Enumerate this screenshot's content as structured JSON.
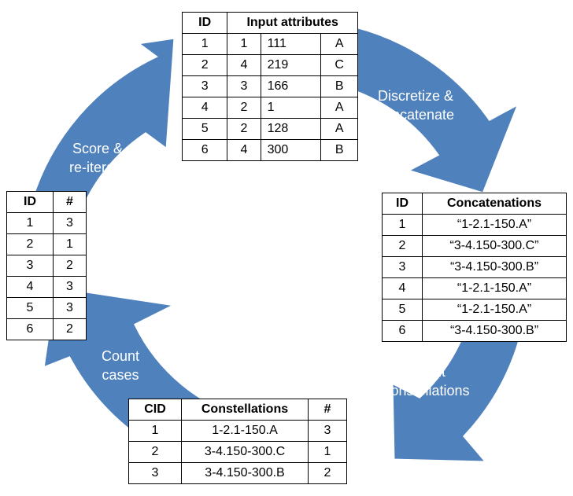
{
  "steps": {
    "discretize": [
      "Discretize &",
      "concatenate"
    ],
    "count_constellations": [
      "Count",
      "constellations"
    ],
    "count_cases": [
      "Count",
      "cases"
    ],
    "score": [
      "Score &",
      "re-iterate"
    ]
  },
  "colors": {
    "arrow_fill": "#4f81bd",
    "arrow_stroke": "#ffffff",
    "label_text": "#ffffff",
    "table_border": "#000000"
  },
  "input_table": {
    "headers": [
      "ID",
      "Input attributes"
    ],
    "rows": [
      [
        "1",
        "1",
        "111",
        "A"
      ],
      [
        "2",
        "4",
        "219",
        "C"
      ],
      [
        "3",
        "3",
        "166",
        "B"
      ],
      [
        "4",
        "2",
        "1",
        "A"
      ],
      [
        "5",
        "2",
        "128",
        "A"
      ],
      [
        "6",
        "4",
        "300",
        "B"
      ]
    ]
  },
  "concat_table": {
    "headers": [
      "ID",
      "Concatenations"
    ],
    "rows": [
      [
        "1",
        "“1-2.1-150.A”"
      ],
      [
        "2",
        "“3-4.150-300.C”"
      ],
      [
        "3",
        "“3-4.150-300.B”"
      ],
      [
        "4",
        "“1-2.1-150.A”"
      ],
      [
        "5",
        "“1-2.1-150.A”"
      ],
      [
        "6",
        "“3-4.150-300.B”"
      ]
    ]
  },
  "constellation_table": {
    "headers": [
      "CID",
      "Constellations",
      "#"
    ],
    "rows": [
      [
        "1",
        "1-2.1-150.A",
        "3"
      ],
      [
        "2",
        "3-4.150-300.C",
        "1"
      ],
      [
        "3",
        "3-4.150-300.B",
        "2"
      ]
    ]
  },
  "count_table": {
    "headers": [
      "ID",
      "#"
    ],
    "rows": [
      [
        "1",
        "3"
      ],
      [
        "2",
        "1"
      ],
      [
        "3",
        "2"
      ],
      [
        "4",
        "3"
      ],
      [
        "5",
        "3"
      ],
      [
        "6",
        "2"
      ]
    ]
  }
}
